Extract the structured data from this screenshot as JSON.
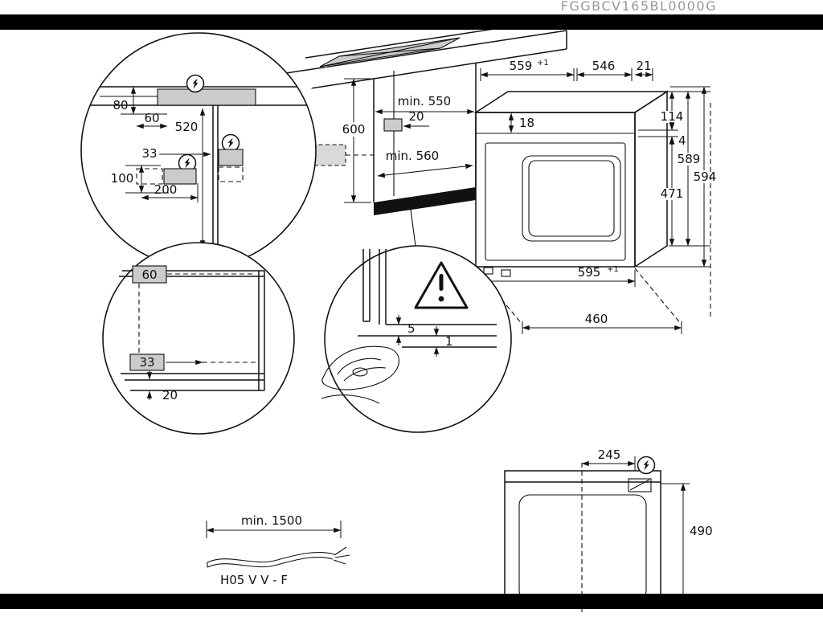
{
  "watermark": "FGGBCV165BL0000G",
  "diagram": {
    "detail_installation": {
      "d80": "80",
      "d60": "60",
      "d520": "520",
      "d33": "33",
      "d100": "100",
      "d200": "200"
    },
    "niche": {
      "d600": "600",
      "min550": "min. 550",
      "d20": "20",
      "min560": "min. 560"
    },
    "oven": {
      "d559": "559",
      "tol559": "+1",
      "d546": "546",
      "d21": "21",
      "d18": "18",
      "d114": "114",
      "d4": "4",
      "d471": "471",
      "d589": "589",
      "d594": "594",
      "d595": "595",
      "tol595": "+1",
      "d460": "460"
    },
    "detail_corner": {
      "d60": "60",
      "d33": "33",
      "d20": "20"
    },
    "detail_floor": {
      "d5": "5",
      "d1": "1"
    },
    "cable": {
      "min_length": "min. 1500",
      "type": "H05 V V - F"
    },
    "back_view": {
      "d245": "245",
      "d490": "490"
    }
  }
}
